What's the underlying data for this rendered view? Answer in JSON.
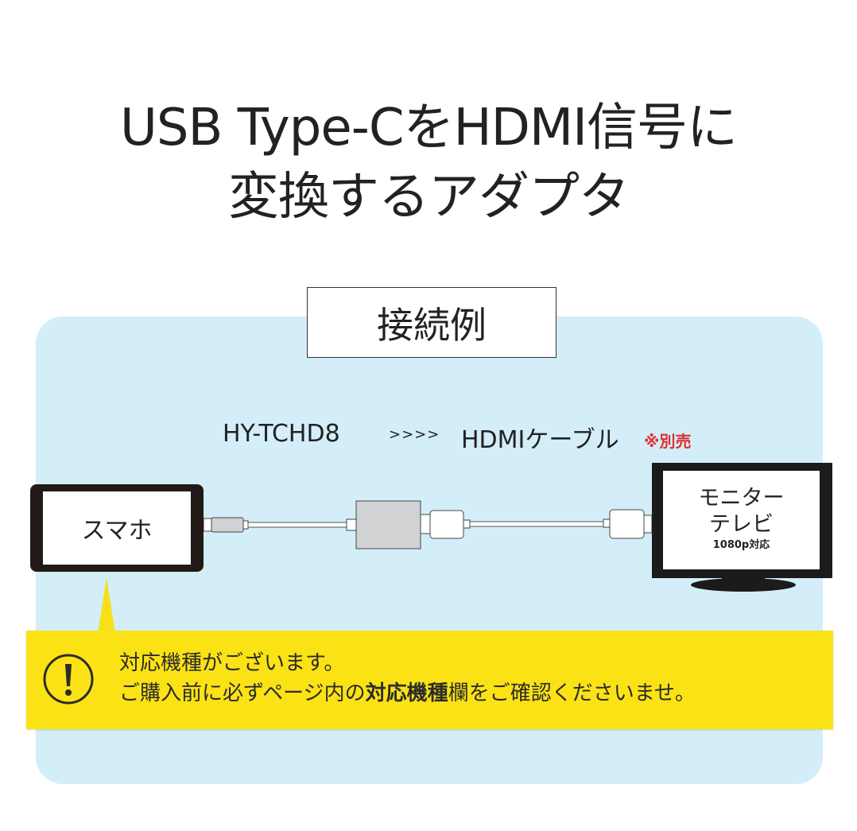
{
  "headline": {
    "line1": "USB Type-CをHDMI信号に",
    "line2": "変換するアダプタ"
  },
  "section_label": "接続例",
  "connection": {
    "model": "HY-TCHD8",
    "arrows": ">>>>",
    "cable": "HDMIケーブル",
    "cable_note": "※別売"
  },
  "devices": {
    "source": "スマホ",
    "display_line1": "モニター",
    "display_line2": "テレビ",
    "display_spec": "1080p対応"
  },
  "notice": {
    "icon": "exclamation-circle-icon",
    "line1": "対応機種がございます。",
    "line2_before": "ご購入前に必ずページ内の",
    "line2_bold": "対応機種",
    "line2_after": "欄をご確認くださいませ。"
  },
  "colors": {
    "panel_bg": "#d3eef9",
    "notice_bg": "#fbe214",
    "accent_red": "#e03030",
    "adapter_gray": "#d0d2d4"
  }
}
